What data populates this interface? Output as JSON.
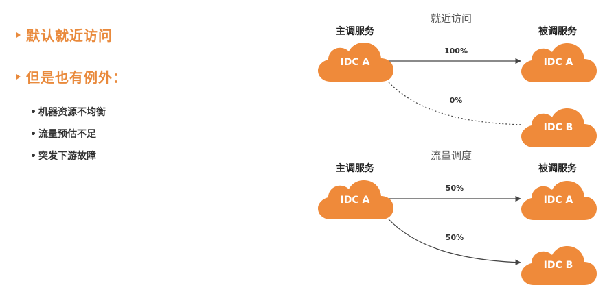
{
  "left_panel": {
    "heading1": "默认就近访问",
    "heading2": "但是也有例外：",
    "bullets": [
      "机器资源不均衡",
      "流量预估不足",
      "突发下游故障"
    ]
  },
  "diagram_top": {
    "title": "就近访问",
    "caller_label": "主调服务",
    "callee_label": "被调服务",
    "caller_cloud": "IDC A",
    "callee_cloud_a": "IDC A",
    "callee_cloud_b": "IDC B",
    "pct_to_a": "100%",
    "pct_to_b": "0%"
  },
  "diagram_bottom": {
    "title": "流量调度",
    "caller_label": "主调服务",
    "callee_label": "被调服务",
    "caller_cloud": "IDC A",
    "callee_cloud_a": "IDC A",
    "callee_cloud_b": "IDC B",
    "pct_to_a": "50%",
    "pct_to_b": "50%"
  },
  "colors": {
    "accent": "#e98a3c",
    "cloud": "#ef8a3a",
    "text_dark": "#222222",
    "title_gray": "#555555"
  }
}
